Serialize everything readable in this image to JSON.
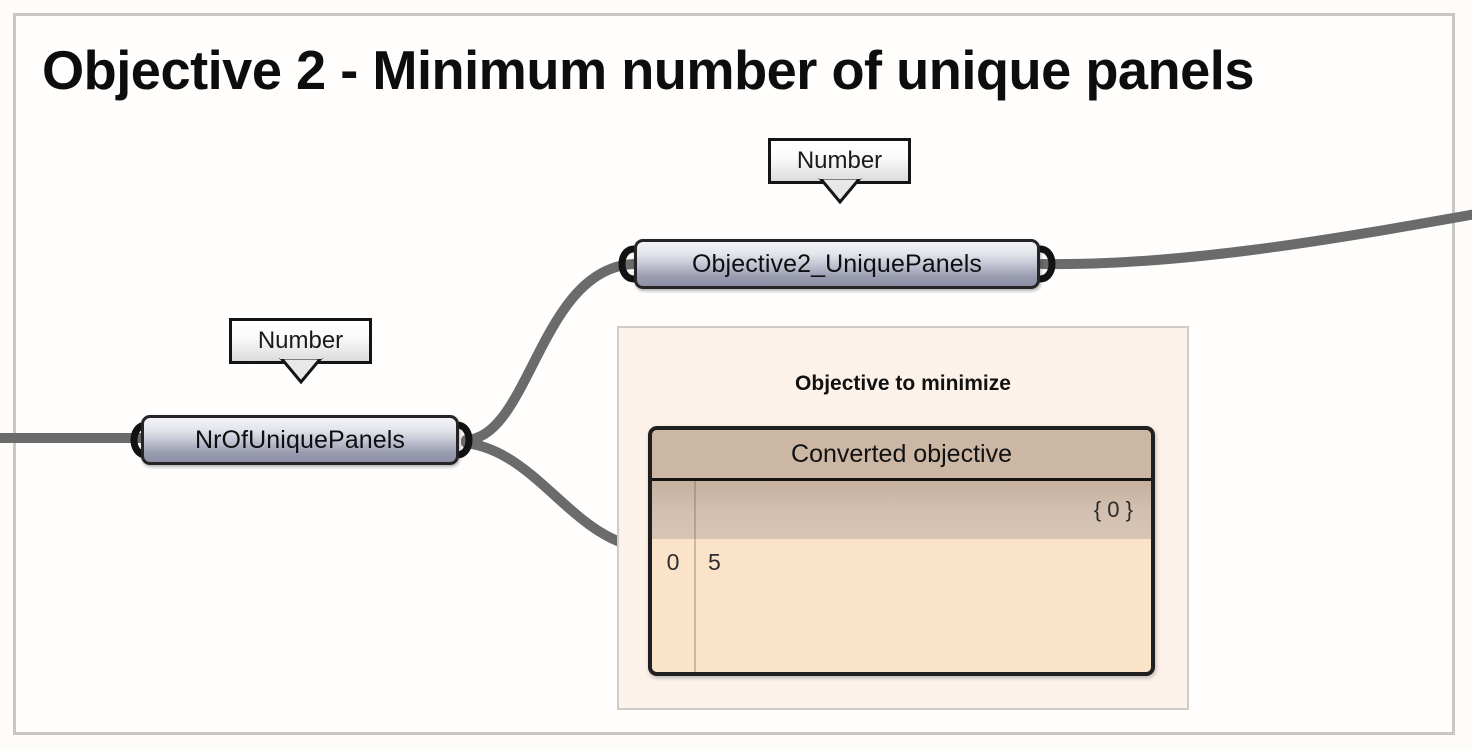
{
  "page": {
    "title": "Objective 2 - Minimum number of unique panels",
    "background_color": "#fdfcf8",
    "canvas_color": "#fffefc",
    "frame_border_color": "#c9c7c4"
  },
  "wire_color": "#6b6b6b",
  "group": {
    "title": "Objective to minimize",
    "fill_color": "#fdf2ea",
    "border_color": "#cfcdca"
  },
  "nodes": [
    {
      "id": "nr-of-unique-panels",
      "label": "NrOfUniquePanels",
      "tooltip": "Number",
      "accent_color": "#9a9cb0"
    },
    {
      "id": "objective2-unique-panels",
      "label": "Objective2_UniquePanels",
      "tooltip": "Number",
      "accent_color": "#9a9cb0"
    }
  ],
  "panel": {
    "title": "Converted objective",
    "branch_path": "{ 0 }",
    "header_color": "#ccb7a4",
    "body_color": "#fbe3ca",
    "rows": [
      {
        "index": "0",
        "value": "5"
      }
    ]
  }
}
